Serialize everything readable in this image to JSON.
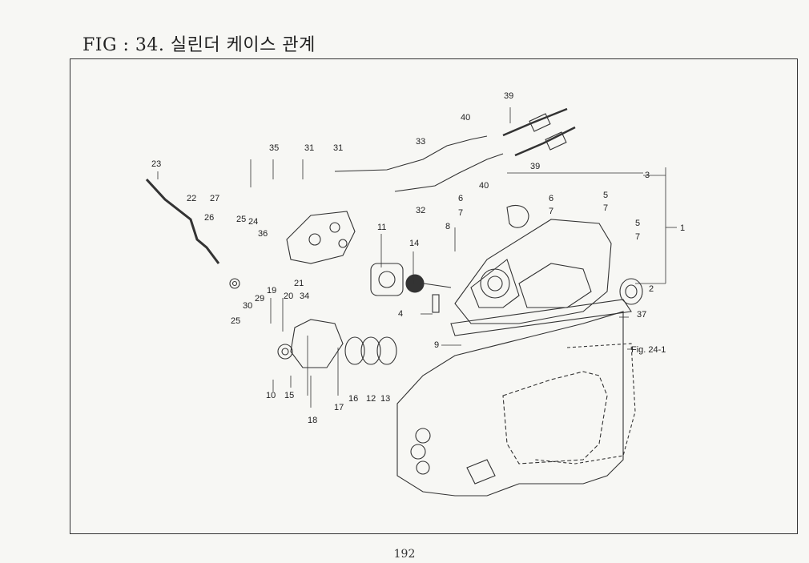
{
  "title": "FIG : 34. 실린더 케이스 관계",
  "page_number": "192",
  "reference_label": "Fig. 24-1",
  "callouts": {
    "c1": "1",
    "c2": "2",
    "c3": "3",
    "c4": "4",
    "c5a": "5",
    "c5b": "5",
    "c6a": "6",
    "c6b": "6",
    "c7a": "7",
    "c7b": "7",
    "c7c": "7",
    "c7d": "7",
    "c8": "8",
    "c9": "9",
    "c10": "10",
    "c11": "11",
    "c12": "12",
    "c13": "13",
    "c14": "14",
    "c15": "15",
    "c16": "16",
    "c17": "17",
    "c18": "18",
    "c19": "19",
    "c20": "20",
    "c21": "21",
    "c22": "22",
    "c23": "23",
    "c24": "24",
    "c25a": "25",
    "c25b": "25",
    "c26": "26",
    "c27": "27",
    "c29": "29",
    "c30": "30",
    "c31a": "31",
    "c31b": "31",
    "c32": "32",
    "c33": "33",
    "c34": "34",
    "c35": "35",
    "c36": "36",
    "c37": "37",
    "c39a": "39",
    "c39b": "39",
    "c40a": "40",
    "c40b": "40"
  }
}
